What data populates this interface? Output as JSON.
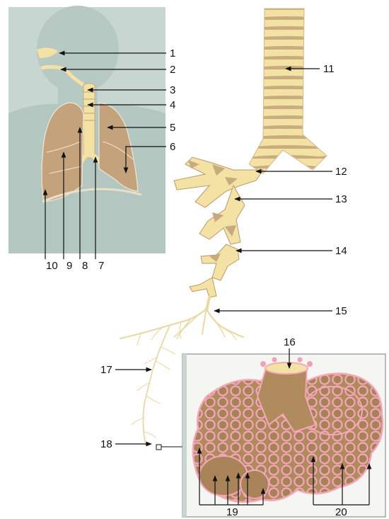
{
  "labels": {
    "n1": "1",
    "n2": "2",
    "n3": "3",
    "n4": "4",
    "n5": "5",
    "n6": "6",
    "n7": "7",
    "n8": "8",
    "n9": "9",
    "n10": "10",
    "n11": "11",
    "n12": "12",
    "n13": "13",
    "n14": "14",
    "n15": "15",
    "n16": "16",
    "n17": "17",
    "n18": "18",
    "n19": "19",
    "n20": "20"
  },
  "colors": {
    "panel_bg": "#c8d6d2",
    "silhouette": "#b3c6c0",
    "lung": "#c4a27c",
    "trachea": "#f3e2a4",
    "trachea_dark": "#b99a6f",
    "alveoli": "#f2a0b4",
    "alveoli_dark": "#a8855e"
  }
}
